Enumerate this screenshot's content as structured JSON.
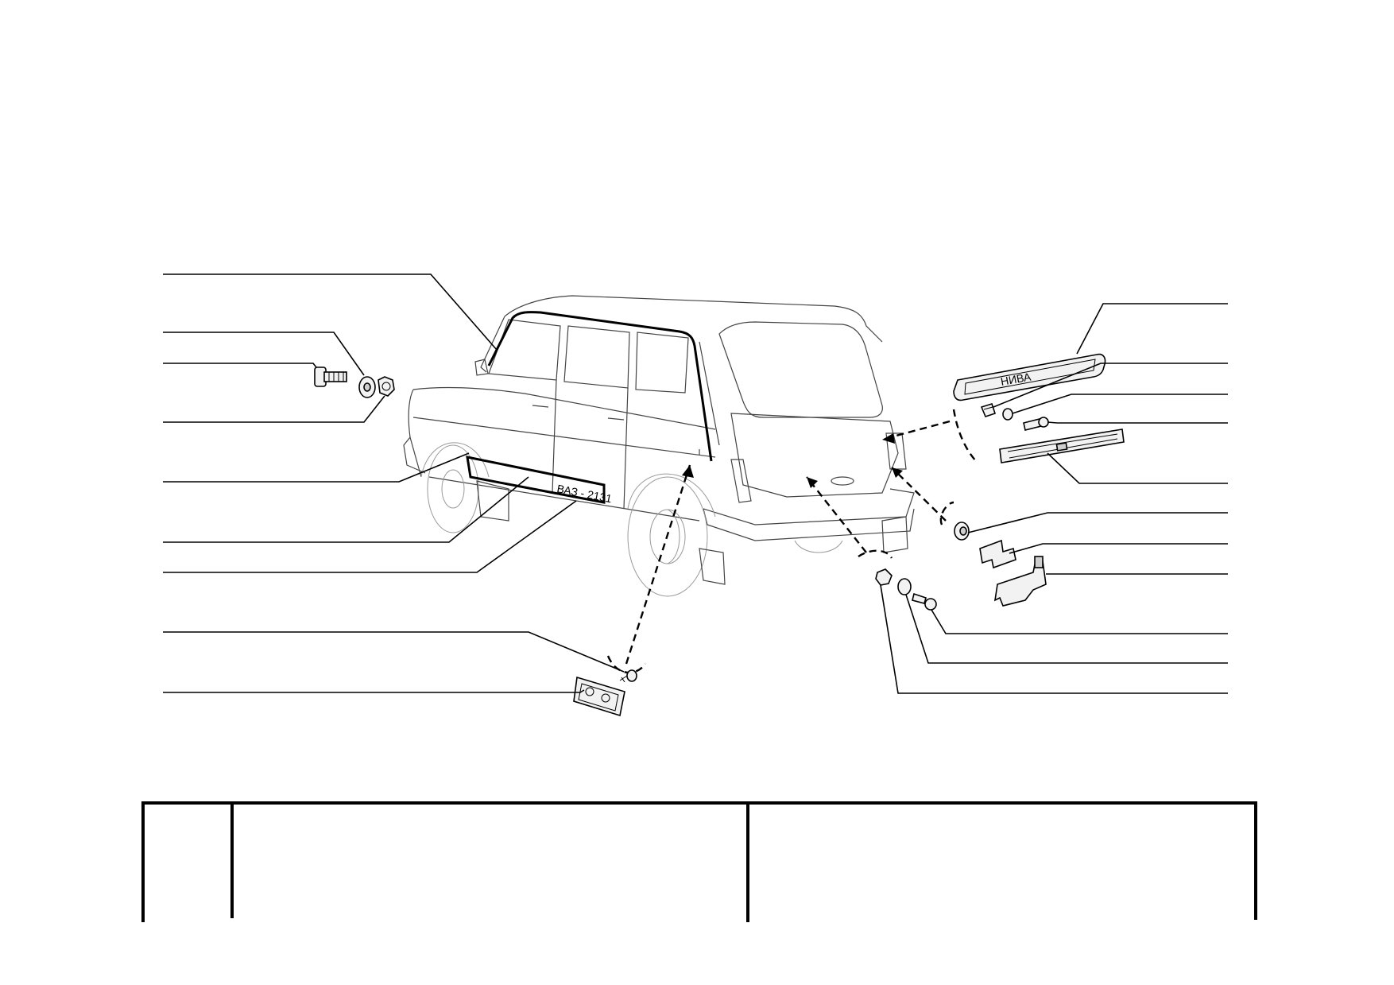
{
  "diagram": {
    "callouts_left": [
      {
        "id": "callout-left-1"
      },
      {
        "id": "callout-left-2"
      },
      {
        "id": "callout-left-3"
      },
      {
        "id": "callout-left-4"
      },
      {
        "id": "callout-left-5"
      },
      {
        "id": "callout-left-6"
      },
      {
        "id": "callout-left-7"
      },
      {
        "id": "callout-left-8"
      },
      {
        "id": "callout-left-9"
      }
    ],
    "callouts_right": [
      {
        "id": "callout-right-1"
      },
      {
        "id": "callout-right-2"
      },
      {
        "id": "callout-right-3"
      },
      {
        "id": "callout-right-4"
      },
      {
        "id": "callout-right-5"
      },
      {
        "id": "callout-right-6"
      },
      {
        "id": "callout-right-7"
      },
      {
        "id": "callout-right-8"
      },
      {
        "id": "callout-right-9"
      },
      {
        "id": "callout-right-10"
      },
      {
        "id": "callout-right-11"
      }
    ],
    "side_molding_text": "ВАЗ - 2131",
    "rear_emblem_text": "НИВА"
  },
  "table": {
    "columns": [
      "",
      "",
      ""
    ]
  }
}
